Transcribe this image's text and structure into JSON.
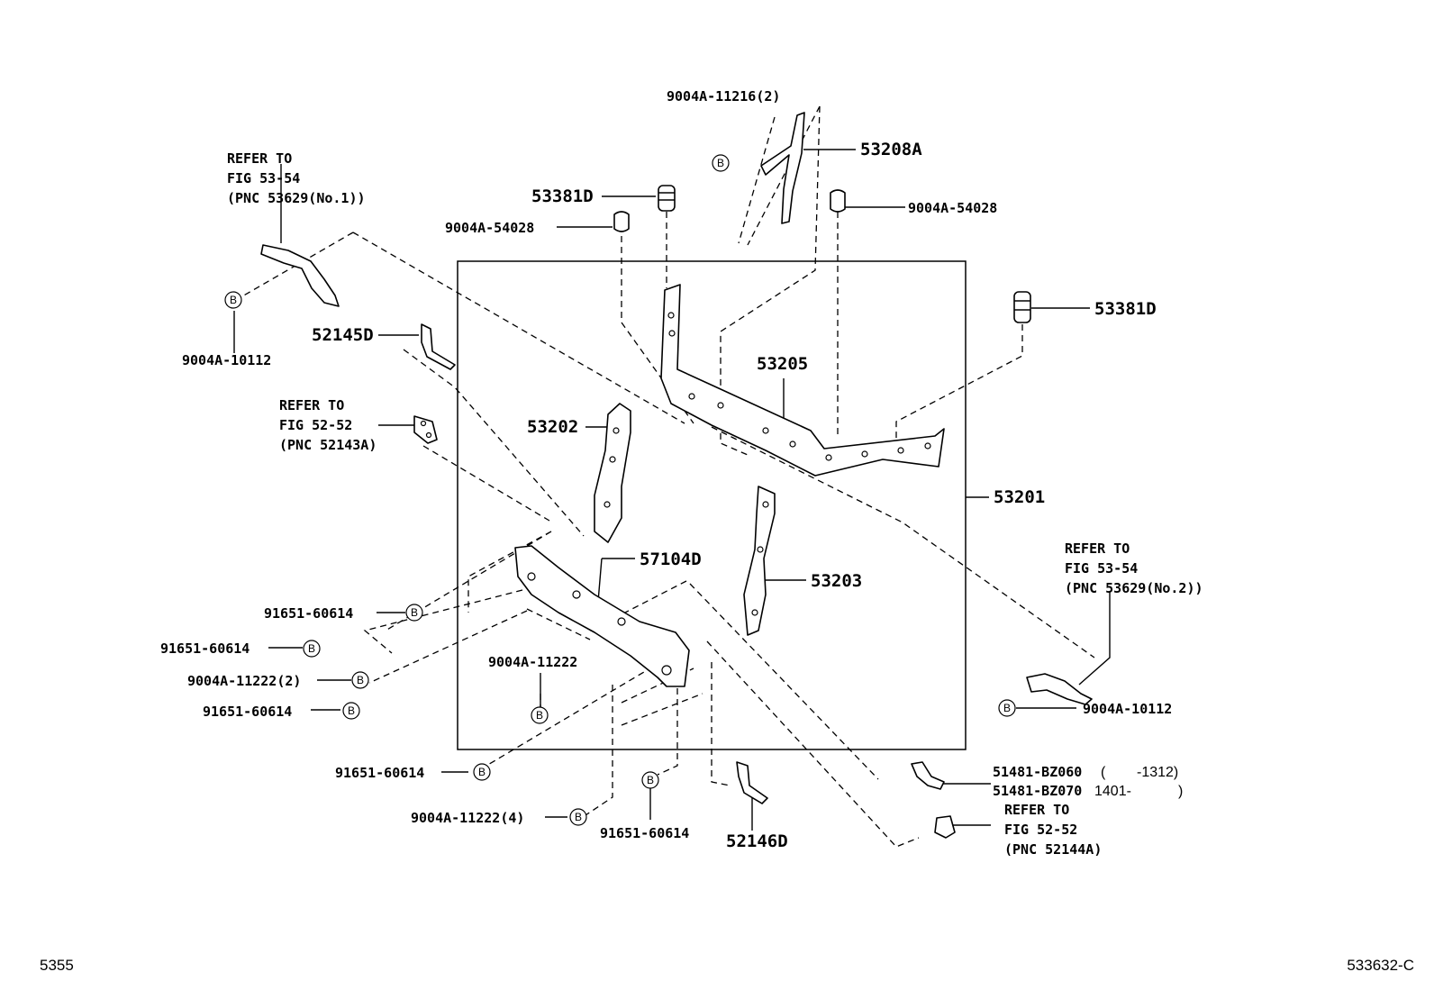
{
  "labels": {
    "p9004A_11216_2": "9004A-11216(2)",
    "p53208A": "53208A",
    "p53381D_top": "53381D",
    "p9004A_54028_left": "9004A-54028",
    "p9004A_54028_right": "9004A-54028",
    "p53381D_right": "53381D",
    "refer_tl_1": "REFER TO",
    "refer_tl_2": "FIG 53-54",
    "refer_tl_3": "(PNC 53629(No.1))",
    "p9004A_10112_left": "9004A-10112",
    "p52145D": "52145D",
    "refer_ml_1": "REFER TO",
    "refer_ml_2": "FIG 52-52",
    "refer_ml_3": "(PNC 52143A)",
    "p53205": "53205",
    "p53202": "53202",
    "p53201": "53201",
    "p57104D": "57104D",
    "p53203": "53203",
    "refer_r_1": "REFER TO",
    "refer_r_2": "FIG 53-54",
    "refer_r_3": "(PNC 53629(No.2))",
    "p9004A_10112_right": "9004A-10112",
    "p91651_60614_a": "91651-60614",
    "p91651_60614_b": "91651-60614",
    "p9004A_11222_2": "9004A-11222(2)",
    "p91651_60614_c": "91651-60614",
    "p9004A_11222": "9004A-11222",
    "p91651_60614_d": "91651-60614",
    "p9004A_11222_4": "9004A-11222(4)",
    "p91651_60614_e": "91651-60614",
    "p52146D": "52146D",
    "p51481_BZ060": "51481-BZ060",
    "p51481_BZ060_range": "-1312)",
    "p51481_BZ070": "51481-BZ070",
    "p51481_BZ070_range": "1401-",
    "refer_br_1": "REFER TO",
    "refer_br_2": "FIG 52-52",
    "refer_br_3": "(PNC 52144A)"
  },
  "bolt_marker": "B",
  "footer": {
    "left_code": "5355",
    "right_code": "533632-C"
  }
}
